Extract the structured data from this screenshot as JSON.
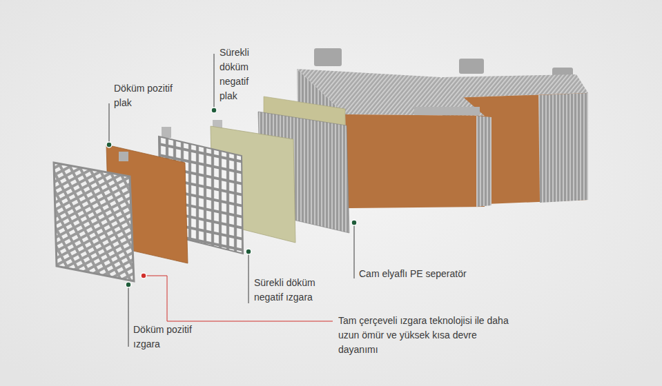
{
  "diagram": {
    "labels": [
      "Döküm pozitif plak",
      "Sürekli döküm negatif plak",
      "Cam elyaflı PE seperatör",
      "Sürekli döküm negatif ızgara",
      "Döküm pozitif ızgara",
      "Tam çerçeveli ızgara teknolojisi ile daha uzun ömür ve yüksek kısa devre dayanımı"
    ]
  }
}
